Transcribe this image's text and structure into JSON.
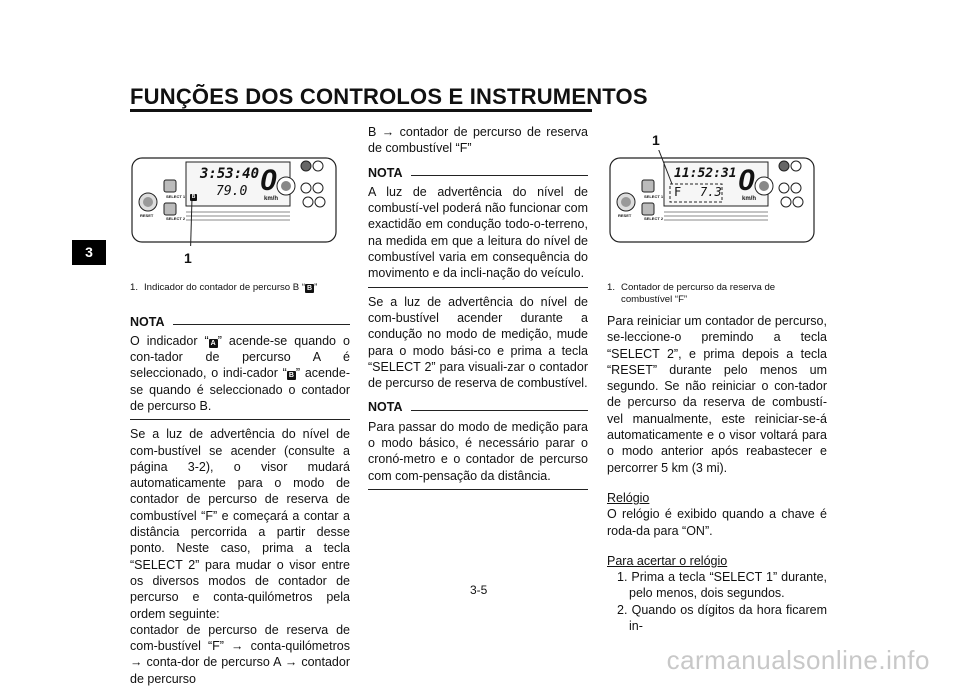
{
  "header": {
    "title": "FUNÇÕES DOS CONTROLOS E INSTRUMENTOS"
  },
  "chapter_tab": "3",
  "page_number": "3-5",
  "watermark": "carmanualsonline.info",
  "figure1": {
    "callout": "1",
    "clock": "3:53:40",
    "trip": "79.0",
    "speed": "0",
    "unit": "km/h",
    "select1": "SELECT 1",
    "select2": "SELECT 2",
    "reset": "RESET",
    "caption_num": "1.",
    "caption_text_a": "Indicador do contador de percurso B “",
    "caption_text_b": "”"
  },
  "figure2": {
    "callout": "1",
    "clock": "11:52:31",
    "fuel_mode": "F",
    "fuel_value": "7.3",
    "speed": "0",
    "unit": "km/h",
    "select1": "SELECT 1",
    "select2": "SELECT 2",
    "reset": "RESET",
    "caption_num": "1.",
    "caption_text": "Contador de percurso da reserva de combustível “F”"
  },
  "icons": {
    "a": "A",
    "b": "B"
  },
  "col1": {
    "nota_label": "NOTA",
    "nota_p1_a": "O indicador “",
    "nota_p1_b": "” acende-se quando o con-tador de percurso A é seleccionado, o indi-cador “",
    "nota_p1_c": "” acende-se quando é seleccionado o contador de percurso B.",
    "p2": "Se a luz de advertência do nível de com-bustível se acender (consulte a página 3-2), o visor mudará automaticamente para o modo de contador de percurso de reserva de combustível “F” e começará a contar a distância percorrida a partir desse ponto. Neste caso, prima a tecla “SELECT 2” para mudar o visor entre os diversos modos de contador de percurso e conta-quilómetros pela ordem seguinte:",
    "p3": "contador de percurso de reserva de com-bustível “F” → conta-quilómetros → conta-dor de percurso A → contador de percurso"
  },
  "col2": {
    "p1": "B → contador de percurso de reserva de combustível “F”",
    "nota1_label": "NOTA",
    "nota1_text": "A luz de advertência do nível de combustí-vel poderá não funcionar com exactidão em condução todo-o-terreno, na medida em que a leitura do nível de combustível varia em consequência do movimento e da incli-nação do veículo.",
    "p2": "Se a luz de advertência do nível de com-bustível acender durante a condução no modo de medição, mude para o modo bási-co e prima a tecla “SELECT 2” para visuali-zar o contador de percurso de reserva de combustível.",
    "nota2_label": "NOTA",
    "nota2_text": "Para passar do modo de medição para o modo básico, é necessário parar o cronó-metro e o contador de percurso com com-pensação da distância."
  },
  "col3": {
    "p1": "Para reiniciar um contador de percurso, se-leccione-o premindo a tecla “SELECT 2”, e prima depois a tecla “RESET” durante pelo menos um segundo. Se não reiniciar o con-tador de percurso da reserva de combustí-vel manualmente, este reiniciar-se-á automaticamente e o visor voltará para o modo anterior após reabastecer e percorrer 5 km (3 mi).",
    "clock_heading": "Relógio",
    "clock_text": "O relógio é exibido quando a chave é roda-da para “ON”.",
    "set_heading": "Para acertar o relógio",
    "step1": "1. Prima a tecla “SELECT 1” durante, pelo menos, dois segundos.",
    "step2": "2. Quando os dígitos da hora ficarem in-"
  }
}
